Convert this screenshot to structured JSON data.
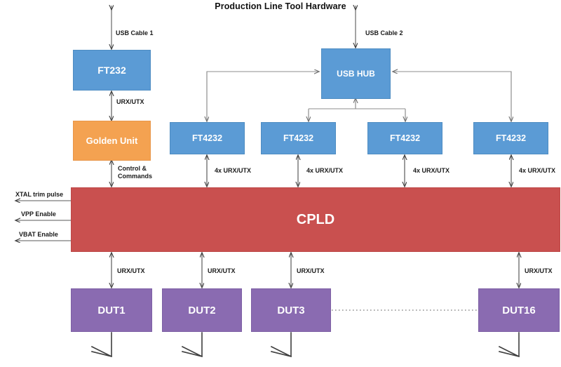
{
  "title": "Production Line Tool Hardware",
  "colors": {
    "blue": "#5b9bd5",
    "orange": "#f4a251",
    "red": "#c9504f",
    "purple": "#8a6bb1",
    "line": "#595959",
    "bus": "#a6a6a6",
    "text": "#ffffff",
    "label": "#1a1a1a"
  },
  "blocks": {
    "ft232": "FT232",
    "golden_unit": "Golden Unit",
    "usb_hub": "USB HUB",
    "ft4232_1": "FT4232",
    "ft4232_2": "FT4232",
    "ft4232_3": "FT4232",
    "ft4232_4": "FT4232",
    "cpld": "CPLD",
    "dut1": "DUT1",
    "dut2": "DUT2",
    "dut3": "DUT3",
    "dut16": "DUT16"
  },
  "edge_labels": {
    "usb_cable_1": "USB Cable 1",
    "usb_cable_2": "USB Cable 2",
    "urx_utx_golden": "URX/UTX",
    "control_commands": "Control &\nCommands",
    "four_x_urx_utx_1": "4x URX/UTX",
    "four_x_urx_utx_2": "4x URX/UTX",
    "four_x_urx_utx_3": "4x URX/UTX",
    "four_x_urx_utx_4": "4x URX/UTX",
    "urx_utx_dut1": "URX/UTX",
    "urx_utx_dut2": "URX/UTX",
    "urx_utx_dut3": "URX/UTX",
    "urx_utx_dut16": "URX/UTX",
    "xtal_trim_pulse": "XTAL trim pulse",
    "vpp_enable": "VPP Enable",
    "vbat_enable": "VBAT Enable"
  }
}
